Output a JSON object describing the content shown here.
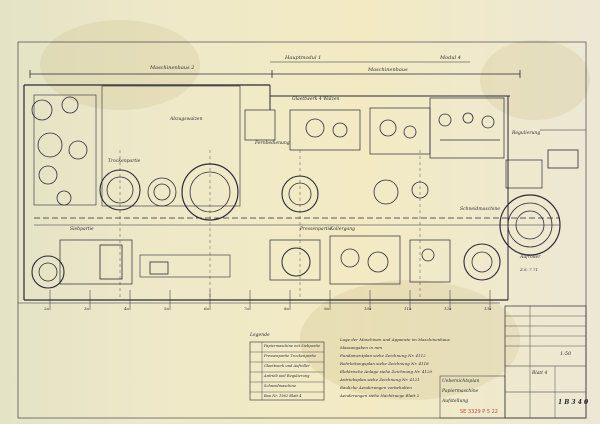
{
  "header": {
    "left_label": "Maschinenhaus 2",
    "dim_label": "Hauptmodul 1",
    "right_label": "Maschinenhaus",
    "right_dim": "Modul 4"
  },
  "labels": {
    "top_left_1": "Abzugswalzen",
    "top_mid_1": "Glaettwerk 4 Walzen",
    "top_mid_2": "Fernbedienung",
    "top_right_1": "Regulierung",
    "center_1": "Pressenpartie",
    "left_1": "Siebpartie",
    "left_2": "Trockenpartie",
    "bottom_mid_1": "Kollergang",
    "right_1": "Schneidmaschine",
    "right_2": "Aufroller"
  },
  "bottom_axis": {
    "ticks": [
      "2a",
      "3a",
      "4a",
      "5a",
      "6a",
      "7a",
      "8a",
      "9a",
      "10a",
      "11a",
      "12a",
      "13a"
    ]
  },
  "notes": {
    "left_title": "Legende",
    "left_lines": [
      "Papiermaschine mit Siebpartie",
      "Pressenpartie Trockenpartie",
      "Glaettwerk und Aufroller",
      "Antrieb und Regulierung",
      "Schneidmaschine",
      "Bau Nr. 1962 Blatt 4"
    ],
    "mid_lines": [
      "Lage der Maschinen und Apparate im Maschinenhaus",
      "Massangaben in mm",
      "Fundamentplan siehe Zeichnung Nr. 4112",
      "Rohrleitungsplan siehe Zeichnung Nr. 4118",
      "Elektrische Anlage siehe Zeichnung Nr. 4120",
      "Antriebsplan siehe Zeichnung Nr. 4121",
      "Bauliche Aenderungen vorbehalten",
      "Aenderungen siehe Nachtraege Blatt 2"
    ]
  },
  "title_block": {
    "line1": "Uebersichtsplan",
    "line2": "Papiermaschine",
    "line3": "Aufstellung",
    "scale": "1:50",
    "drawing_no": "1 B 3 4 0",
    "sheet": "Blatt 4"
  },
  "stamp": "SE 3329 P 5 22",
  "side_note": "Z.S. 7 71"
}
